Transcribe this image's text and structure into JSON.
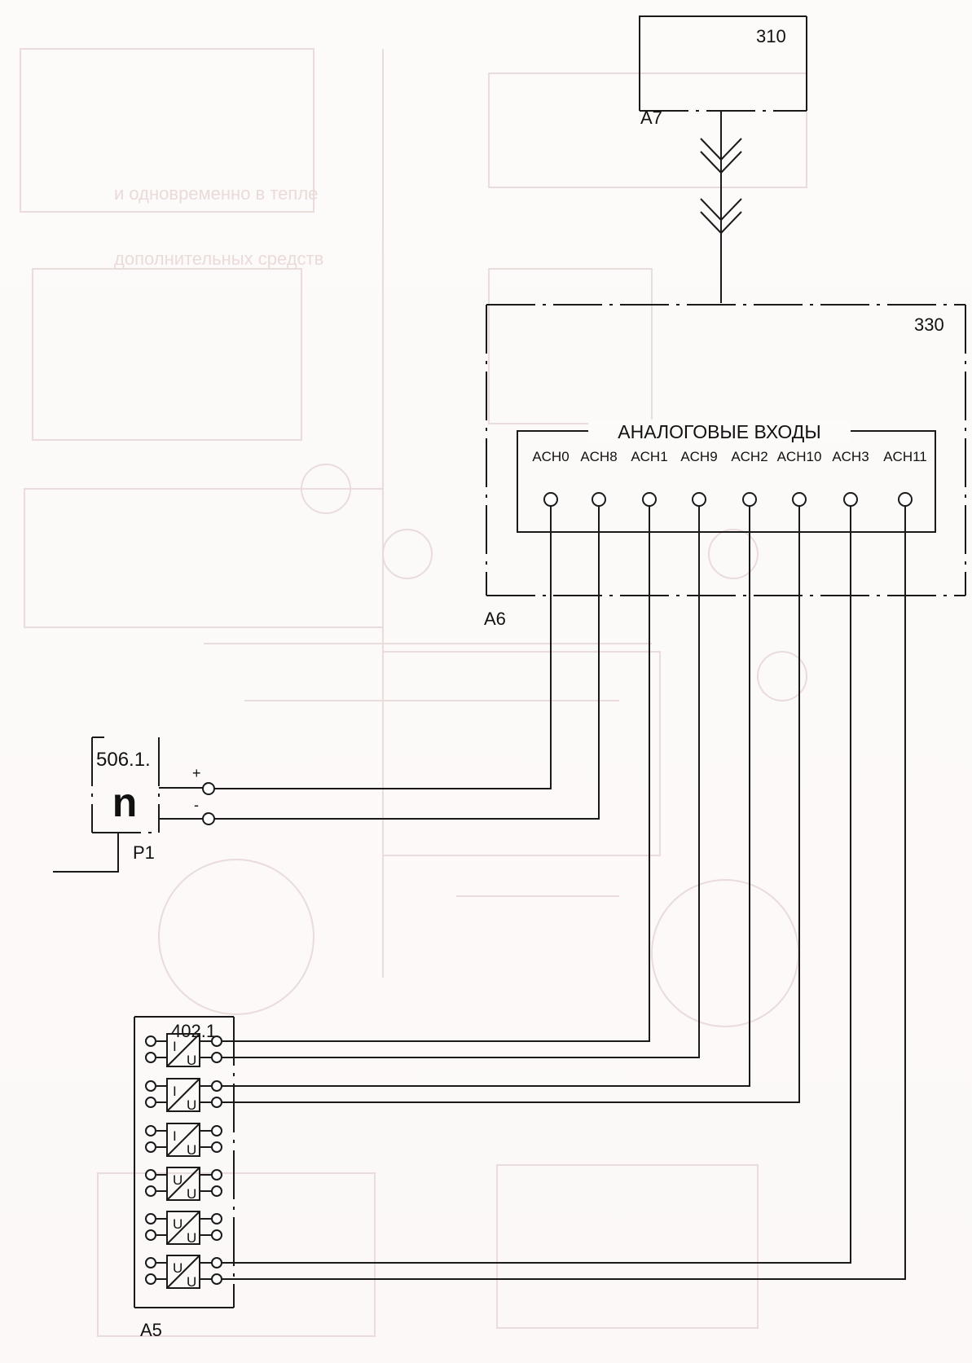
{
  "block_310": {
    "id": "310",
    "designator": "A7"
  },
  "block_330": {
    "id": "330",
    "designator": "A6",
    "group_title": "АНАЛОГОВЫЕ ВХОДЫ",
    "inputs": [
      "ACH0",
      "ACH8",
      "ACH1",
      "ACH9",
      "ACH2",
      "ACH10",
      "ACH3",
      "ACH11"
    ]
  },
  "block_506": {
    "id": "506.1.",
    "designator": "P1",
    "symbol": "n",
    "plus_label": "+",
    "minus_label": "-"
  },
  "block_402": {
    "id": "402.1",
    "designator": "A5",
    "converters": [
      {
        "top": "I",
        "bottom": "U"
      },
      {
        "top": "I",
        "bottom": "U"
      },
      {
        "top": "I",
        "bottom": "U"
      },
      {
        "top": "U",
        "bottom": "U"
      },
      {
        "top": "U",
        "bottom": "U"
      },
      {
        "top": "U",
        "bottom": "U"
      }
    ]
  }
}
